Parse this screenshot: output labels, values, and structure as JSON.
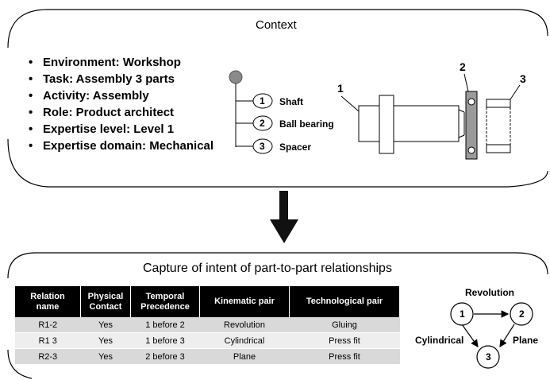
{
  "context": {
    "title": "Context",
    "bullets": [
      "Environment: Workshop",
      "Task: Assembly 3 parts",
      "Activity: Assembly",
      "Role: Product architect",
      "Expertise level: Level 1",
      "Expertise domain: Mechanical"
    ],
    "parts": [
      {
        "num": "1",
        "label": "Shaft"
      },
      {
        "num": "2",
        "label": "Ball bearing"
      },
      {
        "num": "3",
        "label": "Spacer"
      }
    ],
    "drawing_labels": [
      "1",
      "2",
      "3"
    ]
  },
  "capture": {
    "title": "Capture of intent of part-to-part relationships",
    "headers": [
      "Relation name",
      "Physical Contact",
      "Temporal Precedence",
      "Kinematic pair",
      "Technological pair"
    ],
    "rows": [
      [
        "R1-2",
        "Yes",
        "1 before 2",
        "Revolution",
        "Gluing"
      ],
      [
        "R1 3",
        "Yes",
        "1 before 3",
        "Cylindrical",
        "Press fit"
      ],
      [
        "R2-3",
        "Yes",
        "2 before 3",
        "Plane",
        "Press fit"
      ]
    ]
  },
  "graph": {
    "nodes": [
      "1",
      "2",
      "3"
    ],
    "edge_labels": [
      "Revolution",
      "Cylindrical",
      "Plane"
    ]
  }
}
